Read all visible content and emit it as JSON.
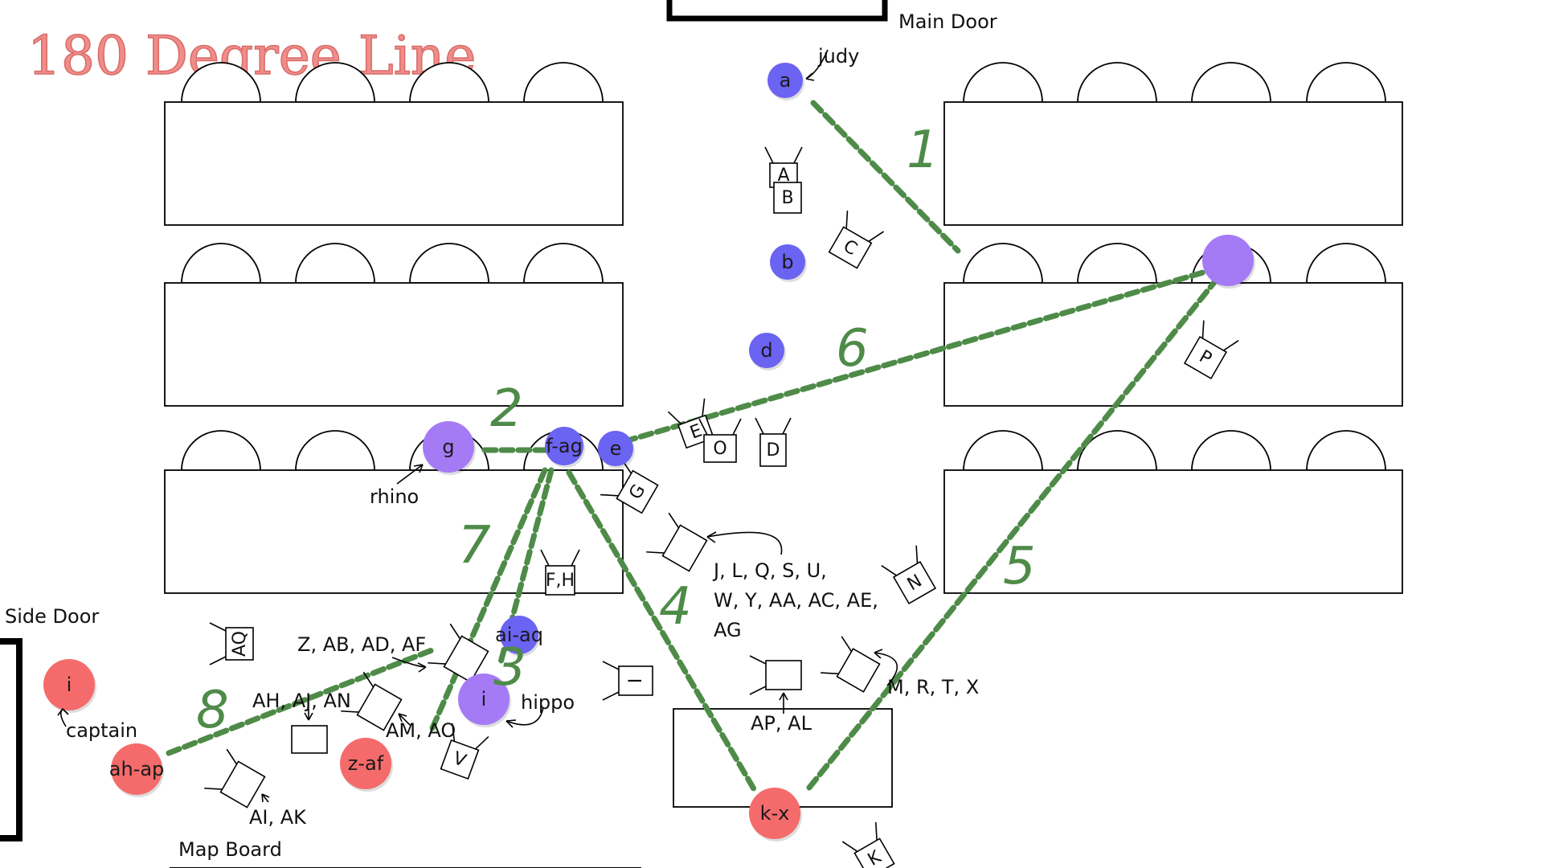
{
  "title": "180 Degree Line",
  "labels": {
    "main_door": "Main Door",
    "side_door": "Side Door",
    "map_board": "Map Board"
  },
  "colors": {
    "blue": "#6b63f2",
    "purple": "#a57bf5",
    "red": "#f56b6b",
    "line": "#4e8b48",
    "title": "#ef8d8a"
  },
  "characters": [
    {
      "id": "a",
      "text": "a",
      "color": "blue",
      "note": "judy"
    },
    {
      "id": "b",
      "text": "b",
      "color": "blue"
    },
    {
      "id": "d",
      "text": "d",
      "color": "blue"
    },
    {
      "id": "e",
      "text": "e",
      "color": "blue"
    },
    {
      "id": "fag",
      "text": "f-ag",
      "color": "blue"
    },
    {
      "id": "g",
      "text": "g",
      "color": "purple",
      "note": "rhino"
    },
    {
      "id": "aiaq",
      "text": "ai-aq",
      "color": "blue"
    },
    {
      "id": "i_hippo",
      "text": "i",
      "color": "purple",
      "note": "hippo"
    },
    {
      "id": "i_captain",
      "text": "i",
      "color": "red",
      "note": "captain"
    },
    {
      "id": "ahap",
      "text": "ah-ap",
      "color": "red"
    },
    {
      "id": "zaf",
      "text": "z-af",
      "color": "red"
    },
    {
      "id": "kx",
      "text": "k-x",
      "color": "red"
    },
    {
      "id": "big",
      "text": "",
      "color": "purple"
    }
  ],
  "cameras": [
    "A",
    "B",
    "C",
    "D",
    "E",
    "F,H",
    "G",
    "O",
    "P",
    "N",
    "K",
    "V",
    "I",
    "AQ"
  ],
  "camera_groups": {
    "jlq": "J, L, Q, S, U,",
    "wy": "W, Y, AA, AC, AE,",
    "ag": "AG",
    "zab": "Z, AB, AD, AF",
    "ahaj": "AH, AJ, AN",
    "amao": "AM, AO",
    "aiak": "AI, AK",
    "apal": "AP, AL",
    "mrtx": "M, R, T, X"
  },
  "line_numbers": [
    "1",
    "2",
    "3",
    "4",
    "5",
    "6",
    "7",
    "8"
  ]
}
